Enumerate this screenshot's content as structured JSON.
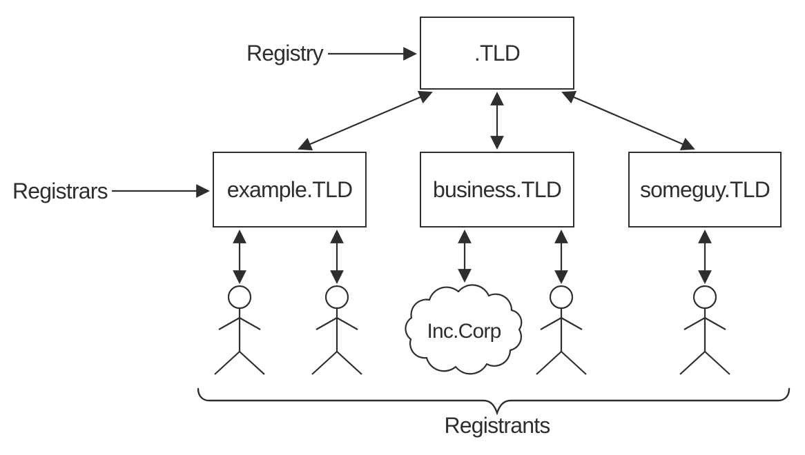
{
  "labels": {
    "registry": "Registry",
    "registrars": "Registrars",
    "registrants": "Registrants"
  },
  "nodes": {
    "registry_box": ".TLD",
    "registrar_boxes": [
      "example.TLD",
      "business.TLD",
      "someguy.TLD"
    ],
    "cloud": "Inc.Corp"
  },
  "registrants": {
    "stick_figure_count": 4,
    "organization_cloud": "Inc.Corp"
  },
  "colors": {
    "ink": "#2e2e2e",
    "background": "#ffffff"
  }
}
